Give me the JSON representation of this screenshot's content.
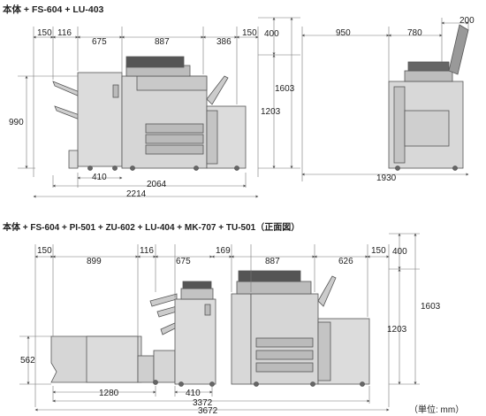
{
  "diagram1": {
    "title": "本体 + FS-604 + LU-403",
    "dims": {
      "w150a": "150",
      "w116": "116",
      "w675": "675",
      "w887": "887",
      "w386": "386",
      "w150b": "150",
      "h400": "400",
      "h1603": "1603",
      "h1203": "1203",
      "h990": "990",
      "w410": "410",
      "w2064": "2064",
      "w2214": "2214"
    }
  },
  "side_view": {
    "dims": {
      "w950": "950",
      "w780": "780",
      "w200": "200",
      "w1930": "1930"
    }
  },
  "diagram2": {
    "title": "本体 + FS-604 + PI-501 + ZU-602 + LU-404 + MK-707 + TU-501（正面図）",
    "dims": {
      "w150a": "150",
      "w899": "899",
      "w116": "116",
      "w675": "675",
      "w169": "169",
      "w887": "887",
      "w626": "626",
      "w150b": "150",
      "h400": "400",
      "h1603": "1603",
      "h1203": "1203",
      "h562": "562",
      "w1280": "1280",
      "w410": "410",
      "w3372": "3372",
      "w3672": "3672"
    }
  },
  "unit_label": "（単位: mm）",
  "colors": {
    "body": "#d8d8d8",
    "body_dark": "#9a9a9a",
    "outline": "#555555",
    "dim_line": "#666666",
    "tray": "#bcbcbc"
  }
}
